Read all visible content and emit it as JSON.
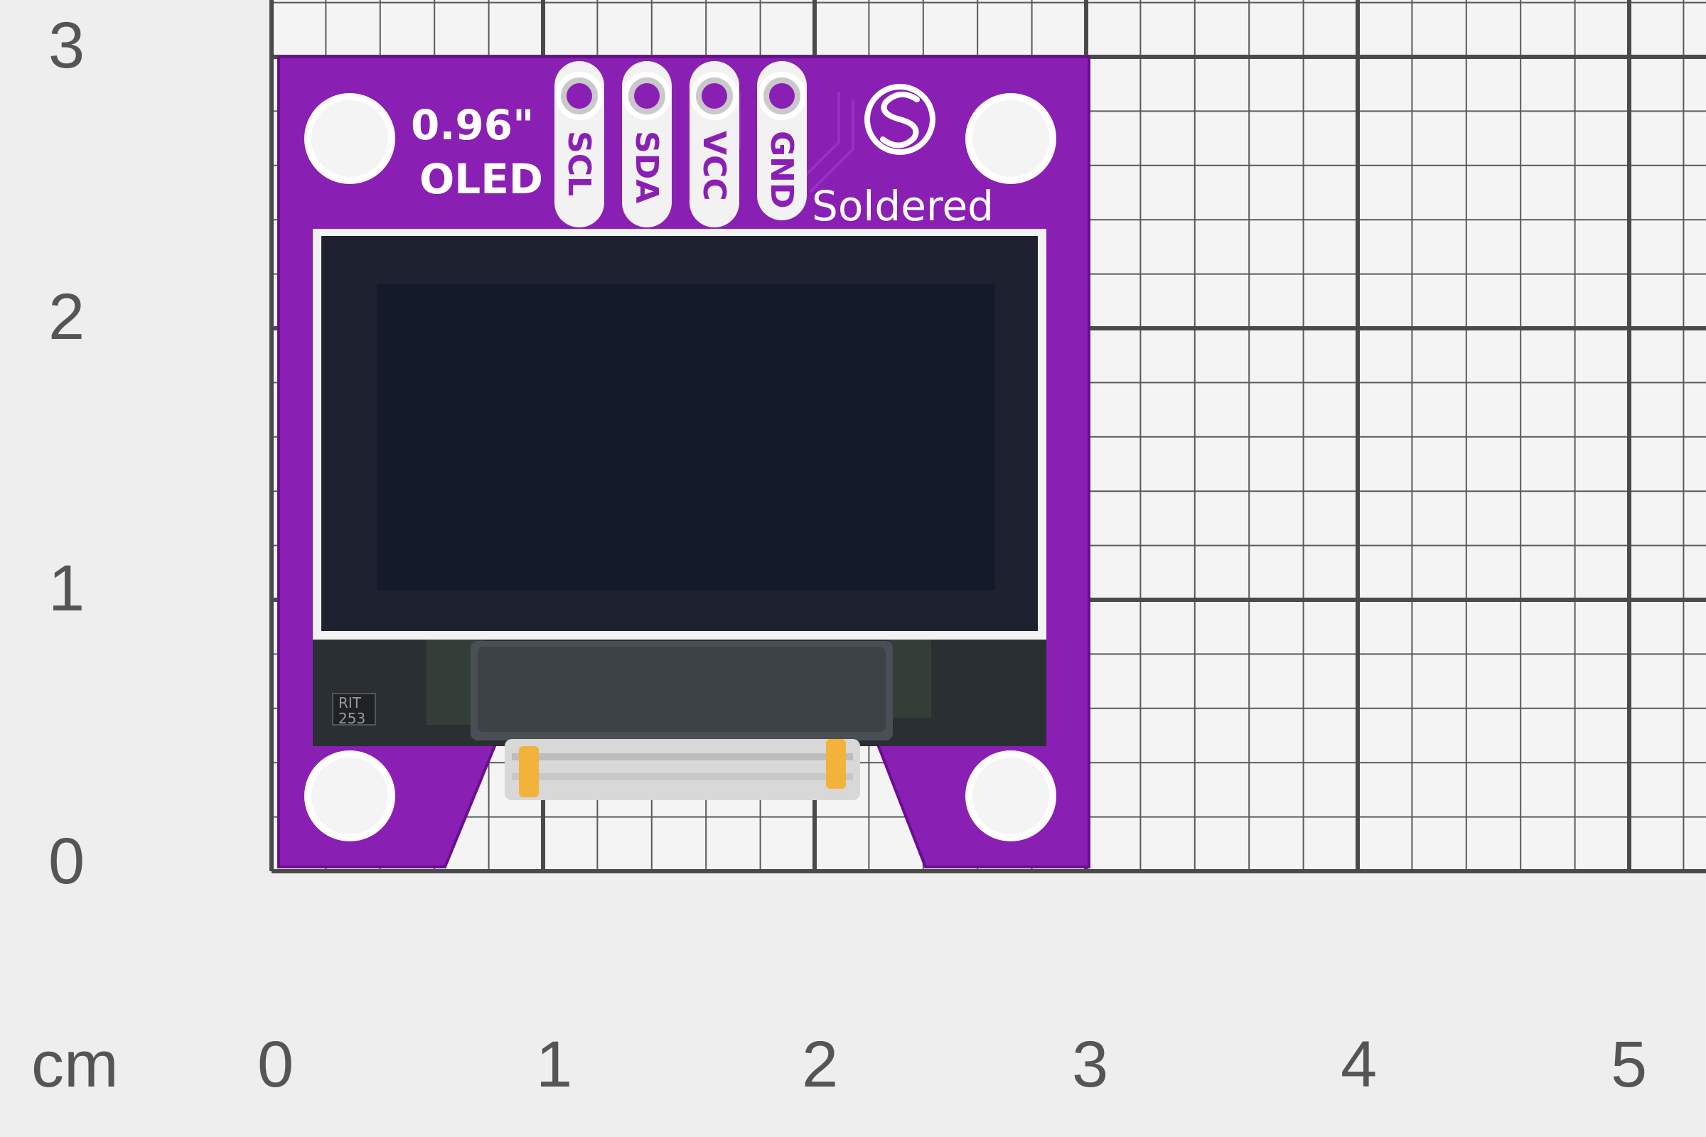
{
  "scale": {
    "unit_label": "cm",
    "x_ticks": [
      "0",
      "1",
      "2",
      "3",
      "4",
      "5"
    ],
    "y_ticks": [
      "3",
      "2",
      "1",
      "0"
    ]
  },
  "board": {
    "size_label_line1": "0.96\"",
    "size_label_line2": "OLED",
    "pins": [
      "SCL",
      "SDA",
      "VCC",
      "GND"
    ],
    "brand": "Soldered",
    "chip_marking_line1": "RIT",
    "chip_marking_line2": "253",
    "colors": {
      "pcb": "#8a1fb4",
      "pcb_edge": "#7a169f",
      "silkscreen": "#ffffff",
      "screen": "#141a2a",
      "grid_minor": "#5a5a5a",
      "grid_major": "#4a4a4a"
    }
  }
}
